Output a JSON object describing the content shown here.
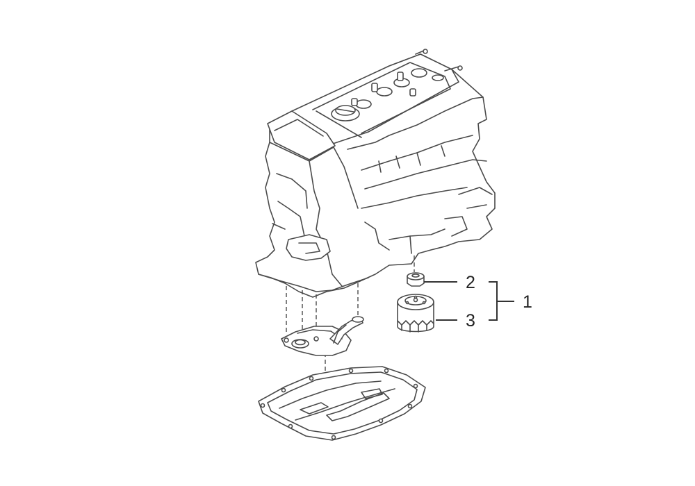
{
  "callouts": [
    {
      "id": "1",
      "label": "1"
    },
    {
      "id": "2",
      "label": "2"
    },
    {
      "id": "3",
      "label": "3"
    }
  ],
  "colors": {
    "line": "#4a4a4a",
    "text": "#222222",
    "background": "#ffffff"
  }
}
